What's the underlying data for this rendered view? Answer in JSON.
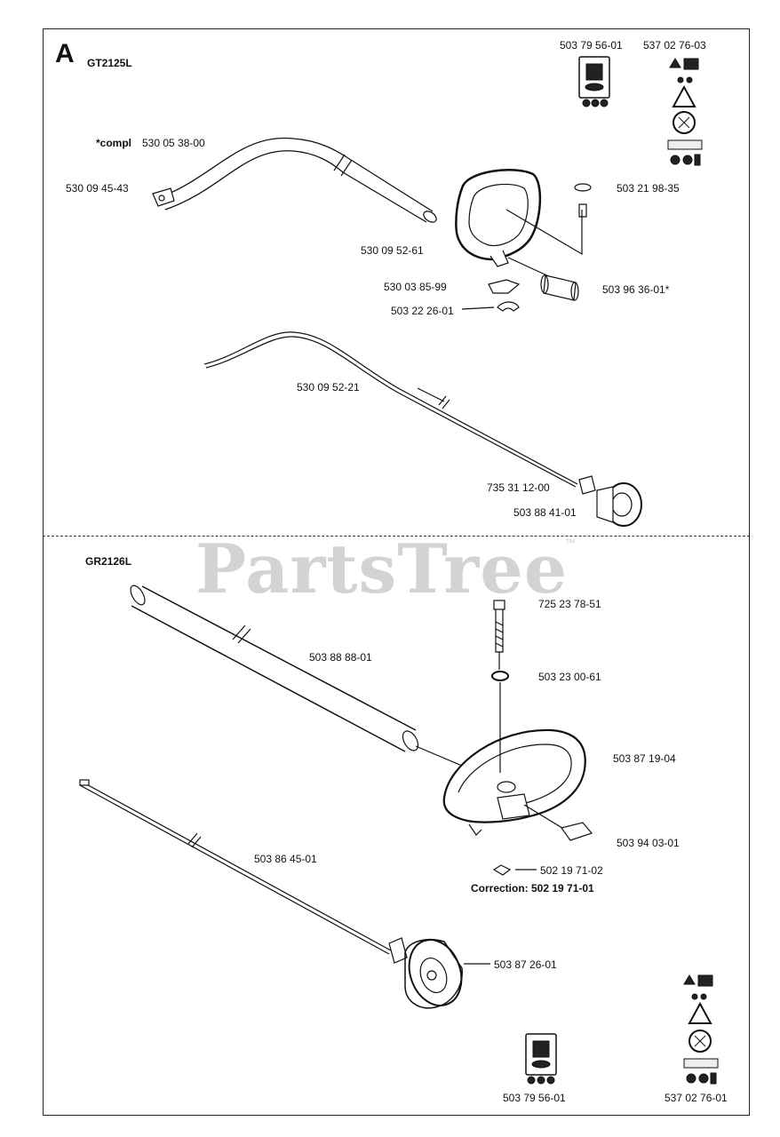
{
  "diagram": {
    "section_letter": "A",
    "watermark": "PartsTree",
    "watermark_tm": "™",
    "top_section": {
      "model": "GT2125L",
      "labels": {
        "decal1": "503 79 56-01",
        "decal2": "537 02 76-03",
        "compl_prefix": "*compl",
        "compl_part": "530 05 38-00",
        "shaft_end": "530 09 45-43",
        "washer": "503 21 98-35",
        "handle": "530 09 52-61",
        "clamp": "530 03 85-99",
        "sleeve": "503 96 36-01*",
        "clip": "503 22 26-01",
        "drive_shaft": "530 09 52-21",
        "bushing": "735 31 12-00",
        "drum": "503 88 41-01"
      }
    },
    "bottom_section": {
      "model": "GR2126L",
      "labels": {
        "bolt": "725 23 78-51",
        "tube": "503 88 88-01",
        "washer": "503 23 00-61",
        "handle": "503 87 19-04",
        "block": "503 94 03-01",
        "drive_shaft": "503 86 45-01",
        "nut": "502 19 71-02",
        "correction": "Correction: 502 19 71-01",
        "drum": "503 87 26-01",
        "decal1": "503 79 56-01",
        "decal2": "537 02 76-01"
      }
    }
  }
}
